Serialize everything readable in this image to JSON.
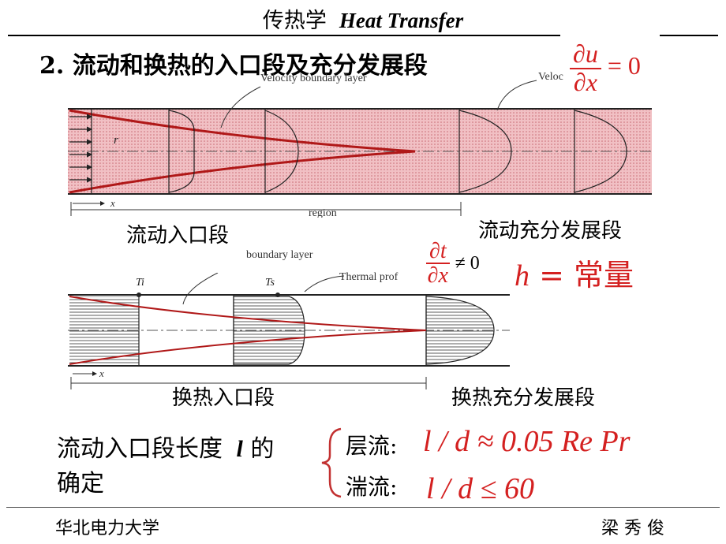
{
  "header": {
    "title_cn": "传热学",
    "title_en": "Heat Transfer"
  },
  "section": {
    "title": "2. 流动和换热的入口段及充分发展段"
  },
  "eq_top": {
    "num": "∂u",
    "den": "∂x",
    "rhs": "= 0"
  },
  "eq_mid": {
    "num": "∂t",
    "den": "∂x",
    "rhs": "≠ 0",
    "h": "h",
    "h_rhs": "= 常量"
  },
  "fig1": {
    "annotation": "Velocity boundary layer",
    "annotation2": "Veloc",
    "region": "region",
    "r_label": "r",
    "x_label": "x",
    "label_left": "流动入口段",
    "label_right": "流动充分发展段"
  },
  "fig2": {
    "annotation": "boundary layer",
    "annotation2": "Thermal prof",
    "ti": "Ti",
    "ts": "Ts",
    "x_label": "x",
    "label_left": "换热入口段",
    "label_right": "换热充分发展段"
  },
  "entry": {
    "line1": "流动入口段长度",
    "var": "l",
    "line1_end": " 的",
    "line2": "确定",
    "laminar_label": "层流:",
    "laminar_eq": "l / d ≈ 0.05 Re Pr",
    "turbulent_label": "湍流:",
    "turbulent_eq": "l / d ≤ 60"
  },
  "footer": {
    "university": "华北电力大学",
    "author": "梁 秀 俊"
  },
  "colors": {
    "accent": "#d42020",
    "tube_fill": "#efb4b8"
  }
}
